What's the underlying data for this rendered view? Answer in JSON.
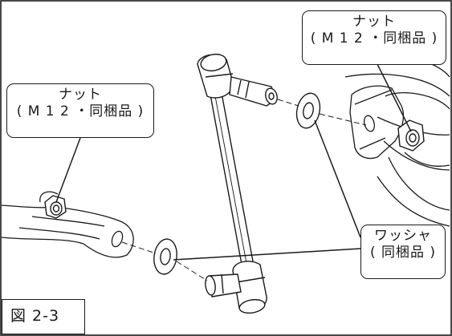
{
  "callouts": {
    "nut_right": {
      "line1": "ナット",
      "line2": "( M 1 2 ・同梱品 )"
    },
    "nut_left": {
      "line1": "ナット",
      "line2": "( M 1 2 ・同梱品 )"
    },
    "washer": {
      "line1": "ワッシャ",
      "line2": "( 同梱品 )"
    }
  },
  "figure_label": "図 2-3",
  "colors": {
    "line": "#1a1a1a",
    "background": "#ffffff"
  }
}
